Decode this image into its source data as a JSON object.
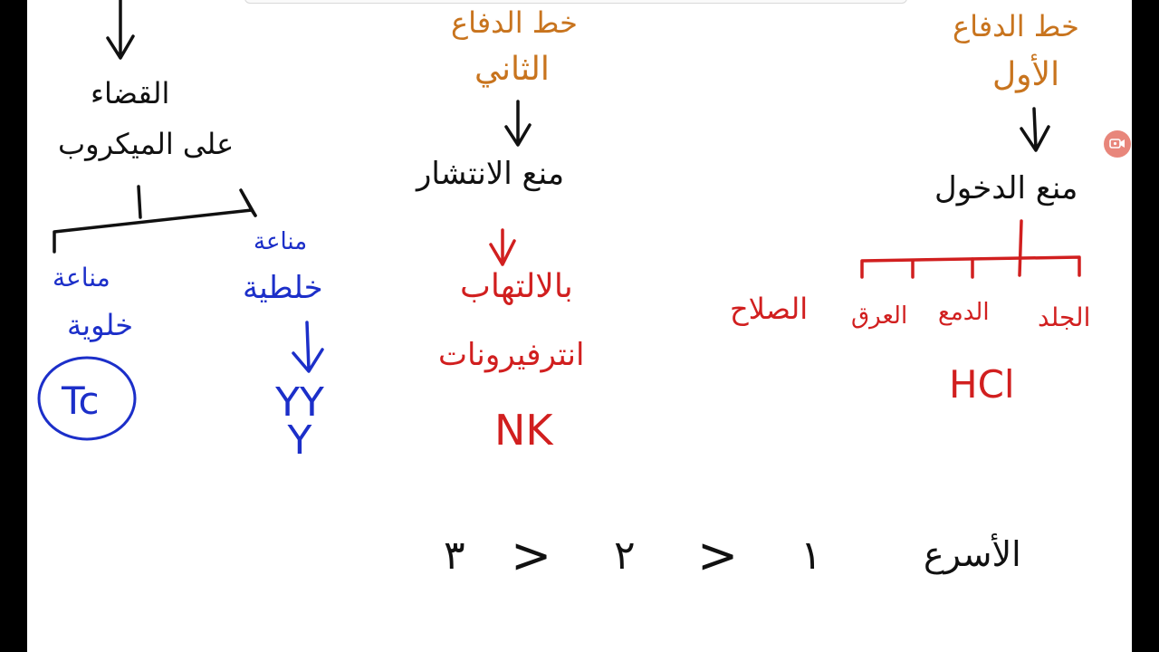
{
  "colors": {
    "background": "#ffffff",
    "frame": "#000000",
    "orange": "#c8741e",
    "black": "#111111",
    "red": "#d11f1f",
    "blue": "#1c2fc9",
    "record_button": "#e8867b"
  },
  "icons": {
    "record": "video-record-icon"
  },
  "left_column": {
    "heading_line1": "القضاء",
    "heading_line2": "على الميكروب",
    "branch_right_line1": "مناعة",
    "branch_right_line2": "خلطية",
    "branch_right_result": "YY Y",
    "branch_left_line1": "مناعة",
    "branch_left_line2": "خلوية",
    "branch_left_result": "Tc"
  },
  "middle_column": {
    "heading_line1": "خط الدفاع",
    "heading_line2": "الثاني",
    "purpose": "منع الانتشار",
    "item1": "بالالتهاب",
    "item2": "انترفيرونات",
    "item3": "NK"
  },
  "right_column": {
    "heading_line1": "خط الدفاع",
    "heading_line2": "الأول",
    "purpose": "منع الدخول",
    "items": [
      "الجلد",
      "الدمع",
      "العرق",
      "الصلاح"
    ],
    "chemical": "HCl"
  },
  "bottom": {
    "label": "الأسرع",
    "sequence": [
      "١",
      "<",
      "٢",
      "<",
      "٣"
    ]
  }
}
